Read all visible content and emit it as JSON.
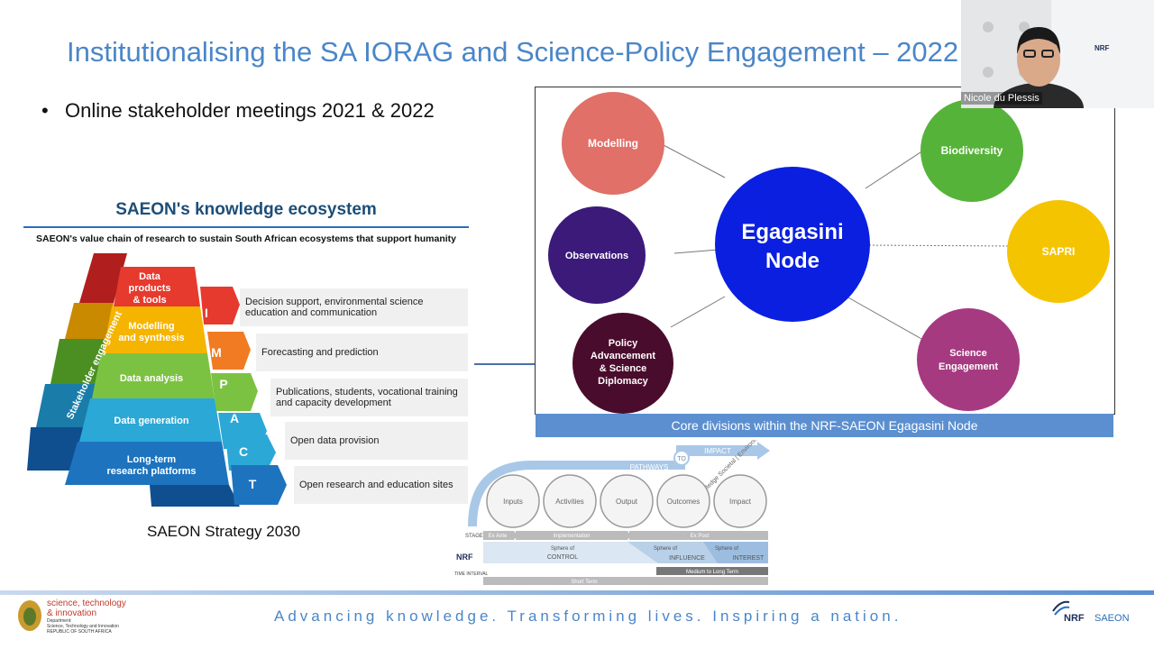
{
  "slide": {
    "title": "Institutionalising the SA IORAG and Science-Policy Engagement – 2022",
    "bullet": "Online stakeholder meetings 2021 & 2022",
    "strategy_caption": "SAEON Strategy 2030"
  },
  "ecosystem": {
    "title": "SAEON's knowledge ecosystem",
    "subtitle": "SAEON's value chain of research to sustain South African ecosystems that support humanity",
    "side_label": "Stakeholder engagement",
    "pyramid_levels": [
      {
        "label1": "Data",
        "label2": "products",
        "label3": "& tools",
        "color": "#e63a2e"
      },
      {
        "label1": "Modelling",
        "label2": "and synthesis",
        "color": "#f5b400"
      },
      {
        "label1": "Data analysis",
        "color": "#7cc242"
      },
      {
        "label1": "Data generation",
        "color": "#2ba8d6"
      },
      {
        "label1": "Long-term",
        "label2": "research platforms",
        "color": "#1e73be"
      }
    ],
    "impact_letters": [
      "I",
      "M",
      "P",
      "A",
      "C",
      "T"
    ],
    "impact_colors": [
      "#e63a2e",
      "#f07b22",
      "#7cc242",
      "#2ba8d6",
      "#2ba8d6",
      "#1e73be"
    ],
    "outputs": [
      "Decision support, environmental science education and communication",
      "Forecasting and prediction",
      "Publications, students, vocational training and capacity development",
      "Open data provision",
      "Open research and education sites"
    ]
  },
  "node_diagram": {
    "center": "Egagasini Node",
    "center_line1": "Egagasini",
    "center_line2": "Node",
    "center_color": "#0a1fe0",
    "nodes": [
      {
        "label": "Modelling",
        "color": "#e07068"
      },
      {
        "label": "Observations",
        "color": "#3b1a7a"
      },
      {
        "line1": "Policy",
        "line2": "Advancement",
        "line3": "& Science",
        "line4": "Diplomacy",
        "color": "#4a0c2c"
      },
      {
        "label": "Biodiversity",
        "color": "#56b33a"
      },
      {
        "label": "SAPRI",
        "color": "#f5c400"
      },
      {
        "line1": "Science",
        "line2": "Engagement",
        "color": "#a63a80"
      }
    ],
    "caption": "Core divisions within the NRF-SAEON Egagasini Node"
  },
  "impact_pathway": {
    "stages": [
      "Inputs",
      "Activities",
      "Output",
      "Outcomes",
      "Impact"
    ],
    "pathways_label": "PATHWAYS",
    "to_label": "TO",
    "impact_label": "IMPACT",
    "dimensions": "Economic | Knowledge Societal | Environmental",
    "stage_label": "STAGE",
    "stage_segments": [
      "Ex Ante",
      "Implementation",
      "Ex Post"
    ],
    "spheres": [
      {
        "small": "Sphere of",
        "big": "CONTROL"
      },
      {
        "small": "Sphere of",
        "big": "INFLUENCE"
      },
      {
        "small": "Sphere of",
        "big": "INTEREST"
      }
    ],
    "time_label": "TIME INTERVAL",
    "time_segments": [
      "Medium to Long Term",
      "Short Term"
    ],
    "logo_text": "NRF"
  },
  "video": {
    "participant": "Nicole du Plessis"
  },
  "footer": {
    "tagline": "Advancing knowledge. Transforming lives. Inspiring a nation.",
    "dsi_line1": "science, technology",
    "dsi_line2": "& innovation",
    "dsi_small1": "Department:",
    "dsi_small2": "Science, Technology and Innovation",
    "dsi_small3": "REPUBLIC OF SOUTH AFRICA",
    "nrf": "NRF",
    "saeon": "SAEON"
  }
}
